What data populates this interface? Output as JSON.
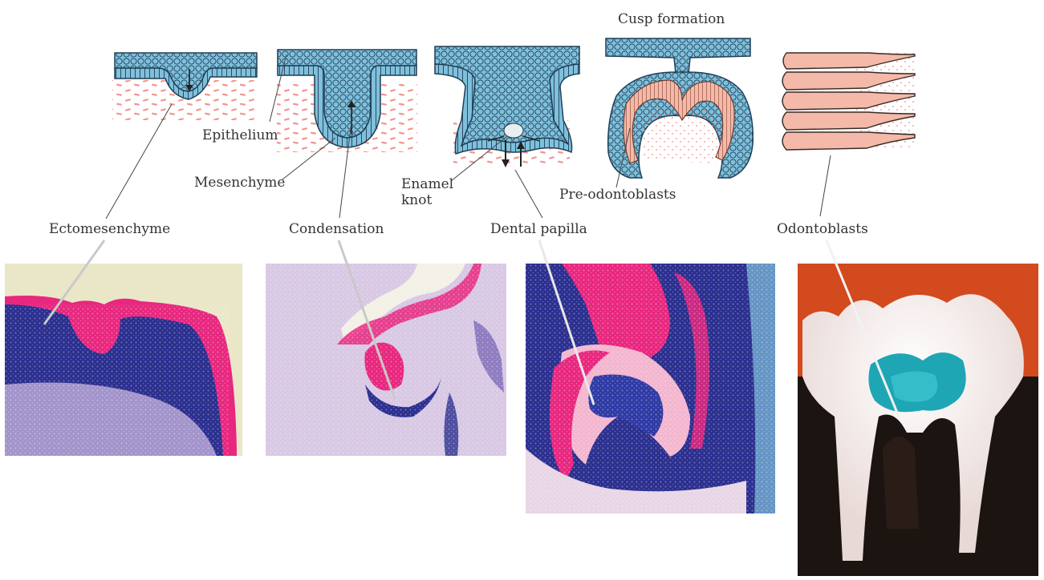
{
  "labels": {
    "cusp_formation": "Cusp formation",
    "epithelium": "Epithelium",
    "mesenchyme": "Mesenchyme",
    "enamel_knot": "Enamel\nknot",
    "pre_odontoblasts": "Pre-odontoblasts",
    "ectomesenchyme": "Ectomesenchyme",
    "condensation": "Condensation",
    "dental_papilla": "Dental papilla",
    "odontoblasts": "Odontoblasts"
  },
  "colors": {
    "epithelium_blue": "#7fc0dc",
    "epithelium_stroke": "#1f3f55",
    "odontoblast_pink": "#f4b9a8",
    "mesenchyme_dash": "#f08a84",
    "stain_blue": "#2b2f8f",
    "stain_magenta": "#e8277f",
    "stain_pale": "#e8d6e6",
    "photo_red": "#d34a1e",
    "photo_white": "#f6eee8",
    "photo_cyan": "#1fa6b5",
    "photo_dark": "#1c1410"
  }
}
